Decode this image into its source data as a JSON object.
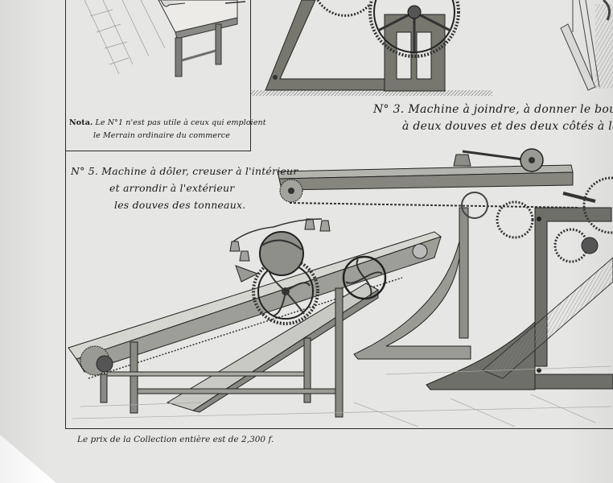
{
  "document": {
    "type": "engraved plate",
    "language": "French",
    "subject": "Cooperage machines for barrel staves"
  },
  "nota": {
    "label": "Nota.",
    "line1": "Le N°1 n'est pas utile à ceux qui emploient",
    "line2": "le Merrain ordinaire du commerce"
  },
  "figure_no3": {
    "number": "N° 3.",
    "line1": "Machine à joindre, à donner le bouge et le b",
    "line2": "à deux douves et des deux côtés à la fois."
  },
  "figure_no5": {
    "number": "N° 5.",
    "line1": "Machine à dôler, creuser à l'intérieur",
    "line2": "et arrondir à l'extérieur",
    "line3": "les douves des tonneaux."
  },
  "footer": {
    "price_note": "Le prix de la Collection entière est de 2,300 f."
  },
  "illustrations": [
    {
      "name": "figure-1-workbench",
      "description": "wooden workbench on tiled floor"
    },
    {
      "name": "figure-2-gear-frame",
      "description": "cast-iron frame with large toothed gear wheel"
    },
    {
      "name": "figure-3-jointing-machine",
      "description": "long-bed jointing machine with pulleys, gears and weight"
    },
    {
      "name": "figure-4-partial-machine",
      "description": "partial view of machine at top right edge"
    },
    {
      "name": "figure-5-dressing-machine",
      "description": "inclined stave dressing machine with spoked gears and weights"
    }
  ],
  "colors": {
    "paper": "#e6e6e4",
    "ink": "#1a1a1a",
    "iron_shade": "#6e6e6a",
    "iron_light": "#a9a9a4"
  }
}
